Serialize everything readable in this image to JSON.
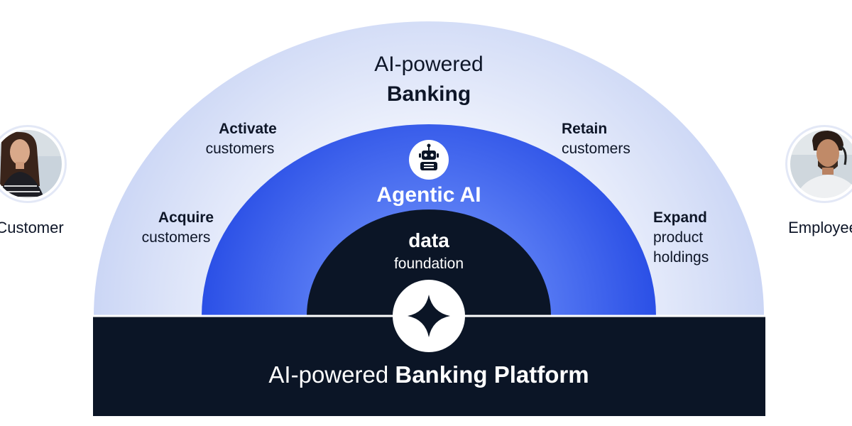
{
  "outer_arc": {
    "title_line1": "AI-powered",
    "title_line2": "Banking"
  },
  "stages": {
    "activate": {
      "bold": "Activate",
      "light": "customers"
    },
    "retain": {
      "bold": "Retain",
      "light": "customers"
    },
    "acquire": {
      "bold": "Acquire",
      "light": "customers"
    },
    "expand": {
      "bold": "Expand",
      "light1": "product",
      "light2": "holdings"
    }
  },
  "middle_arc": {
    "label": "Agentic AI",
    "icon": "robot-icon"
  },
  "inner_arc": {
    "label_bold": "data",
    "label_light": "foundation"
  },
  "platform": {
    "label_light": "AI-powered ",
    "label_bold": "Banking Platform",
    "icon": "sparkle-star-icon"
  },
  "people": {
    "left": {
      "label": "Customer",
      "avatar": "customer-avatar"
    },
    "right": {
      "label": "Employee",
      "avatar": "employee-avatar"
    }
  },
  "colors": {
    "navy": "#0b1526",
    "royal_blue": "#2f55e8",
    "outer_light": "#e6ebfb",
    "outer_edge": "#cdd7f6",
    "white": "#ffffff"
  }
}
